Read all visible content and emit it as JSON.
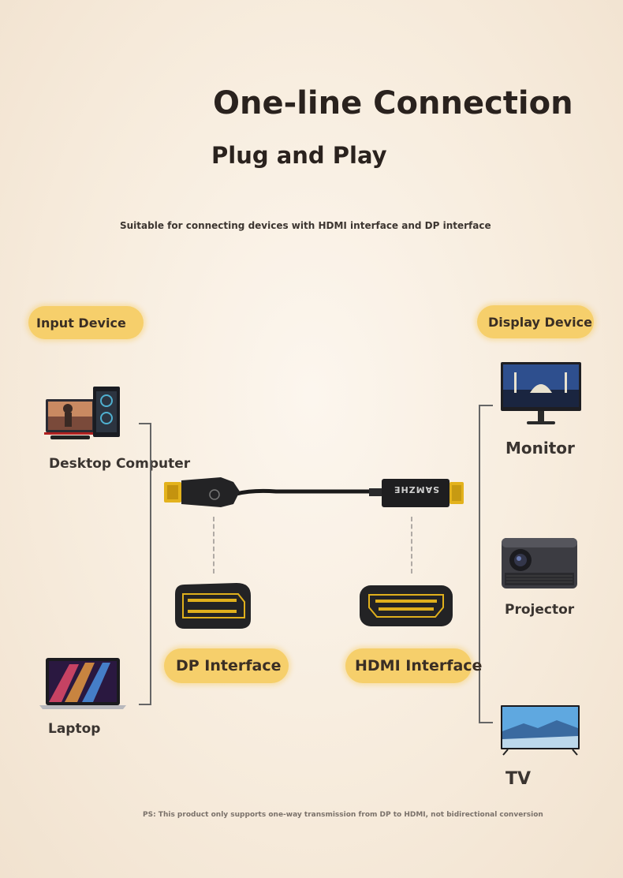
{
  "heading": {
    "title": "One-line Connection",
    "subtitle": "Plug and Play",
    "description": "Suitable for connecting devices with HDMI interface and DP interface"
  },
  "input": {
    "label": "Input Device",
    "devices": [
      {
        "name": "Desktop Computer",
        "icon": "desktop-computer-icon"
      },
      {
        "name": "Laptop",
        "icon": "laptop-icon"
      }
    ]
  },
  "display": {
    "label": "Display Device",
    "devices": [
      {
        "name": "Monitor",
        "icon": "monitor-icon"
      },
      {
        "name": "Projector",
        "icon": "projector-icon"
      },
      {
        "name": "TV",
        "icon": "tv-icon"
      }
    ]
  },
  "cable": {
    "brand": "SAMZHE",
    "dp_label": "DP Interface",
    "hdmi_label": "HDMI Interface"
  },
  "footnote": "PS: This product only supports one-way transmission from DP to HDMI, not bidirectional conversion",
  "colors": {
    "pill": "#f6cf6b",
    "text": "#2a221e",
    "gold": "#e0b01c"
  }
}
